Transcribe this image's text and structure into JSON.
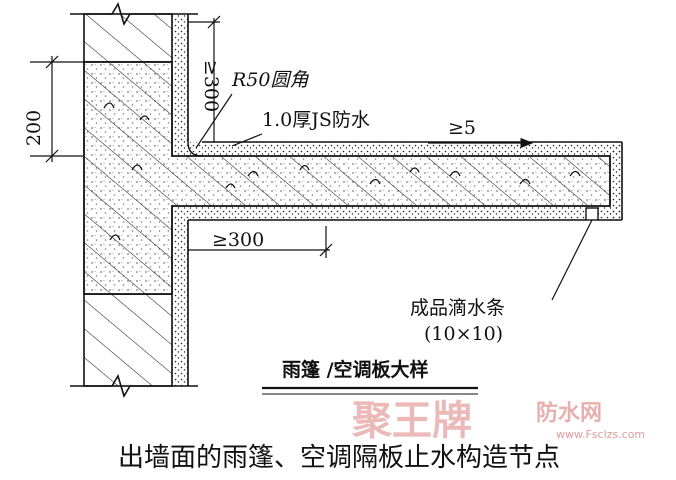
{
  "labels": {
    "radius": "R50圆角",
    "waterproof": "1.0厚JS防水",
    "slope": "≥5",
    "top_height": "≥300",
    "bottom_length": "≥300",
    "wall_height": "200",
    "drip_strip": "成品滴水条",
    "drip_size": "(10×10)"
  },
  "detail_title": "雨篷 /空调板大样",
  "caption": "出墙面的雨篷、空调隔板止水构造节点",
  "watermark": {
    "brand": "聚王牌",
    "name": "防水网",
    "url": "www.Fsclzs.com"
  }
}
